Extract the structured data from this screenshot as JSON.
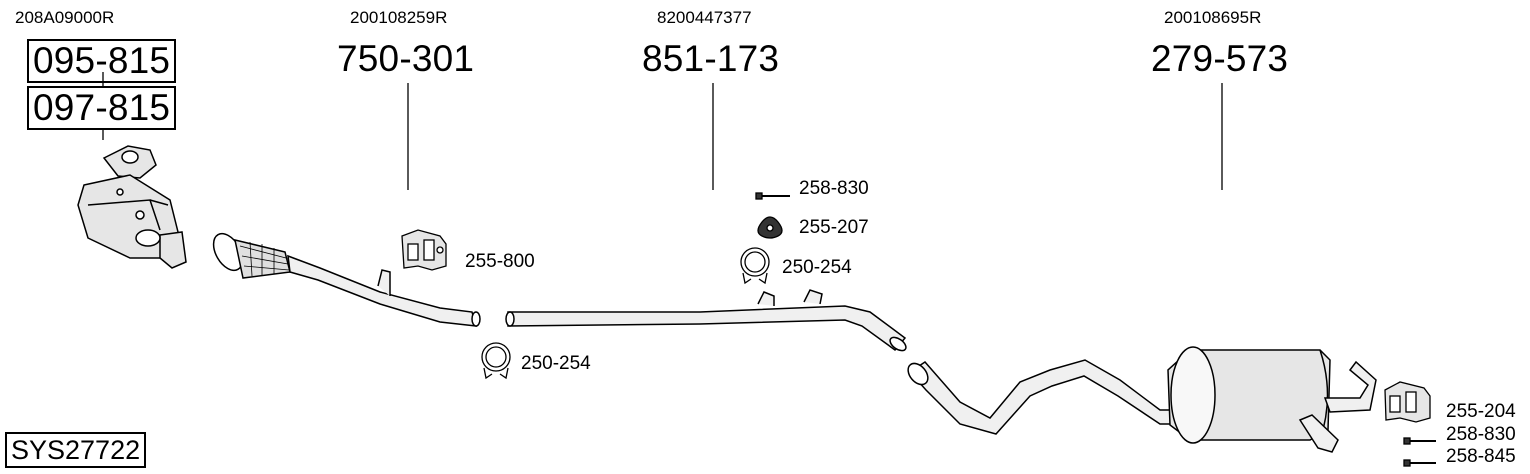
{
  "diagram": {
    "system_code": "SYS27722",
    "sections": [
      {
        "oem": "208A09000R",
        "parts": [
          "095-815",
          "097-815"
        ]
      },
      {
        "oem": "200108259R",
        "part": "750-301"
      },
      {
        "oem": "8200447377",
        "part": "851-173"
      },
      {
        "oem": "200108695R",
        "part": "279-573"
      }
    ],
    "accessories": {
      "hanger_front": "255-800",
      "clamp_front": "250-254",
      "bolt_mid": "258-830",
      "rubber_mid": "255-207",
      "clamp_mid": "250-254",
      "hanger_rear": "255-204",
      "bolt_rear_1": "258-830",
      "bolt_rear_2": "258-845"
    }
  }
}
